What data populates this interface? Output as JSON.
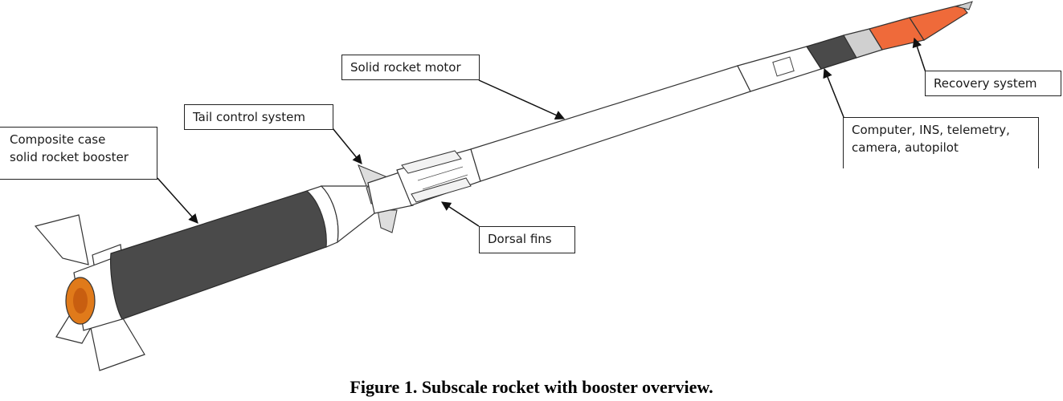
{
  "labels": {
    "composite_booster_line1": "Composite case",
    "composite_booster_line2": "solid rocket booster",
    "tail_control": "Tail control system",
    "solid_motor": "Solid rocket motor",
    "dorsal_fins": "Dorsal fins",
    "computer_line1": "Computer, INS, telemetry,",
    "computer_line2": "camera, autopilot",
    "recovery": "Recovery system"
  },
  "caption": "Figure 1. Subscale rocket with booster overview.",
  "colors": {
    "booster_case": "#4a4a4a",
    "nose_cone": "#ef6a3a",
    "nozzle": "#e07a1a",
    "body": "#ffffff",
    "electronics_band": "#4a4a4a",
    "outline": "#333333"
  }
}
